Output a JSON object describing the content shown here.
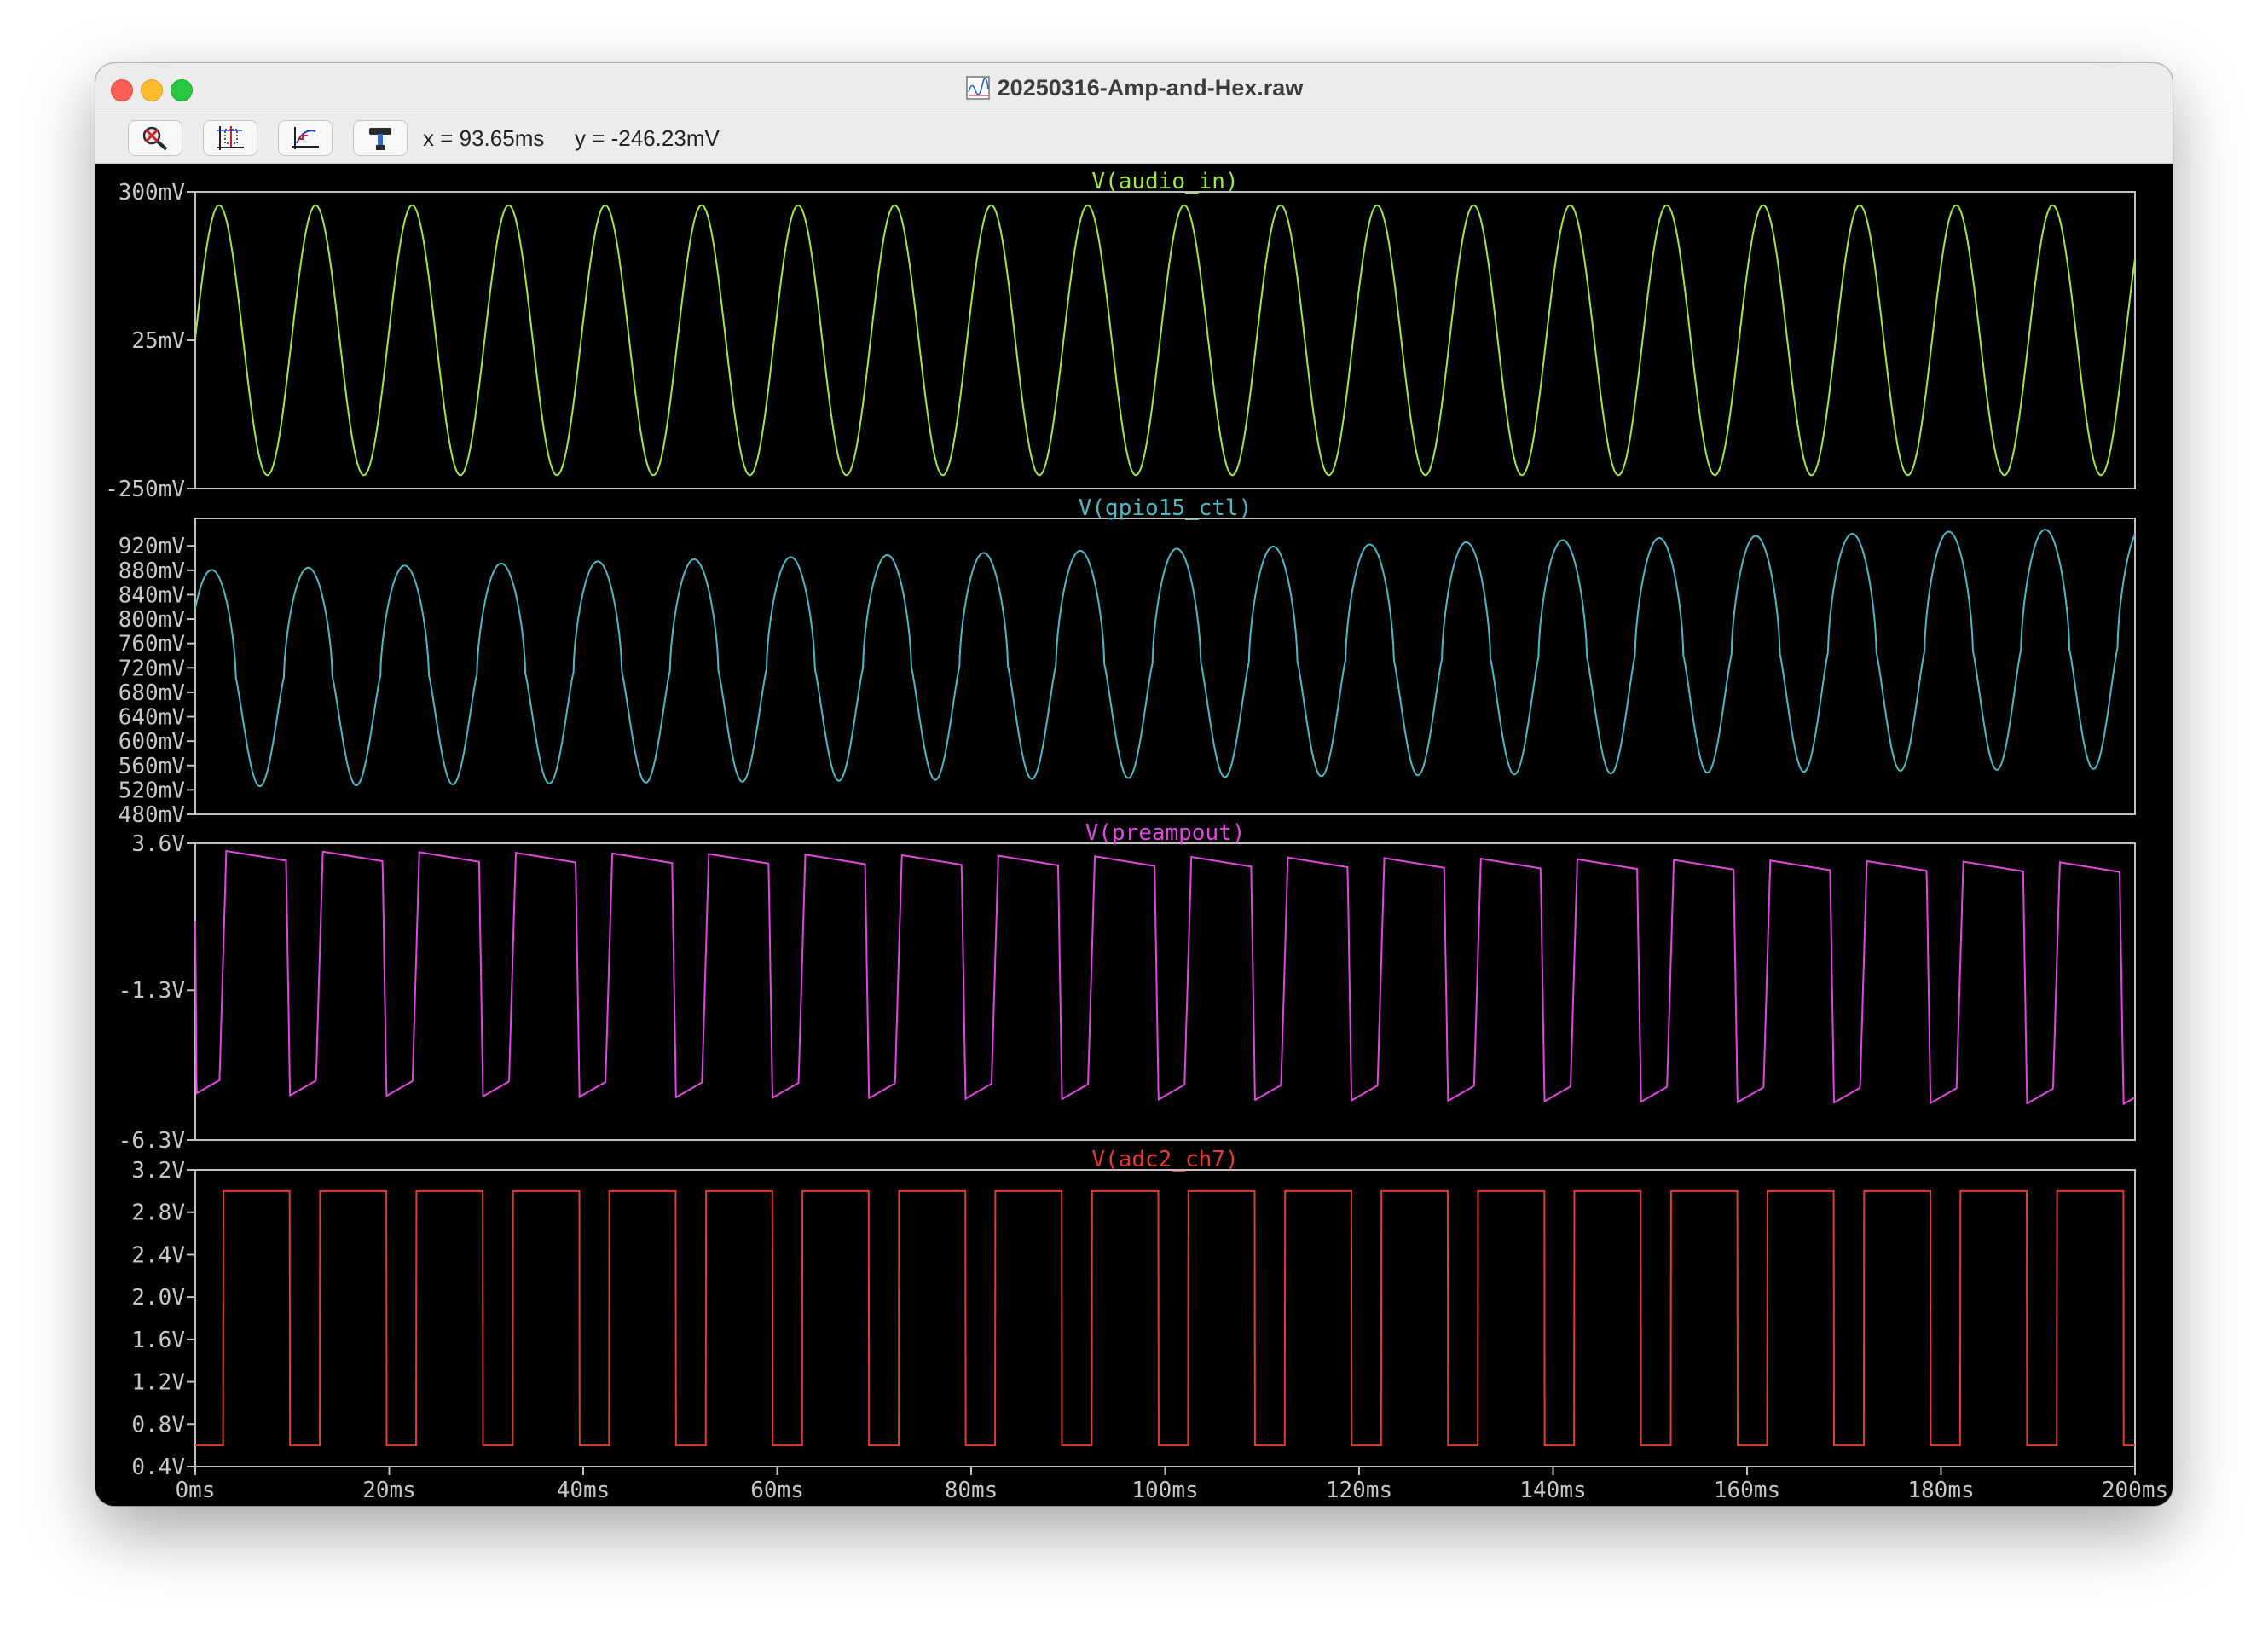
{
  "window": {
    "title": "20250316-Amp-and-Hex.raw"
  },
  "toolbar": {
    "buttons": [
      {
        "name": "autorange-button",
        "icon": "magnifier-cancel-icon"
      },
      {
        "name": "cursor-button",
        "icon": "cursor-box-icon"
      },
      {
        "name": "measure-button",
        "icon": "axes-curve-icon"
      },
      {
        "name": "probe-button",
        "icon": "probe-hammer-icon"
      }
    ],
    "x_readout": "x = 93.65ms",
    "y_readout": "y = -246.23mV"
  },
  "colors": {
    "background": "#000000",
    "axis": "#c0c0c0",
    "label": "#c8c8c8",
    "audio_in": "#9ee84a",
    "gpio15_ctl": "#4fb8c4",
    "preampout": "#e048e0",
    "adc2_ch7": "#e03c32"
  },
  "chart_data": [
    {
      "type": "line",
      "title": "V(audio_in)",
      "color": "#9ee84a",
      "waveform": "sine",
      "period_ms": 9.95,
      "offset_mV": 25,
      "amplitude_mV": 250,
      "phase_start_mV": 25,
      "yticks": [
        "300mV",
        "25mV",
        "-250mV"
      ],
      "ylim": [
        -250,
        300
      ],
      "yunit": "mV",
      "xlim": [
        0,
        200
      ],
      "xunit": "ms"
    },
    {
      "type": "line",
      "title": "V(gpio15_ctl)",
      "color": "#4fb8c4",
      "waveform": "distorted-sine",
      "period_ms": 9.95,
      "min_mV_start": 525,
      "max_mV_start": 880,
      "min_mV_end": 555,
      "max_mV_end": 950,
      "yticks": [
        "920mV",
        "880mV",
        "840mV",
        "800mV",
        "760mV",
        "720mV",
        "680mV",
        "640mV",
        "600mV",
        "560mV",
        "520mV",
        "480mV"
      ],
      "ylim": [
        480,
        965
      ],
      "yunit": "mV",
      "xlim": [
        0,
        200
      ],
      "xunit": "ms"
    },
    {
      "type": "line",
      "title": "V(preampout)",
      "color": "#e048e0",
      "waveform": "clipped-square",
      "period_ms": 9.95,
      "high_V": 3.0,
      "high_V_end": 2.6,
      "low_V": -4.8,
      "low_V_end": -5.1,
      "yticks": [
        "3.6V",
        "-1.3V",
        "-6.3V"
      ],
      "ylim": [
        -6.3,
        3.6
      ],
      "yunit": "V",
      "xlim": [
        0,
        200
      ],
      "xunit": "ms"
    },
    {
      "type": "line",
      "title": "V(adc2_ch7)",
      "color": "#e03c32",
      "waveform": "square",
      "period_ms": 9.95,
      "high_V": 3.0,
      "low_V": 0.6,
      "yticks": [
        "3.2V",
        "2.8V",
        "2.4V",
        "2.0V",
        "1.6V",
        "1.2V",
        "0.8V",
        "0.4V"
      ],
      "ylim": [
        0.4,
        3.2
      ],
      "yunit": "V",
      "xlim": [
        0,
        200
      ],
      "xunit": "ms"
    }
  ],
  "x_axis": {
    "ticks": [
      "0ms",
      "20ms",
      "40ms",
      "60ms",
      "80ms",
      "100ms",
      "120ms",
      "140ms",
      "160ms",
      "180ms",
      "200ms"
    ]
  }
}
